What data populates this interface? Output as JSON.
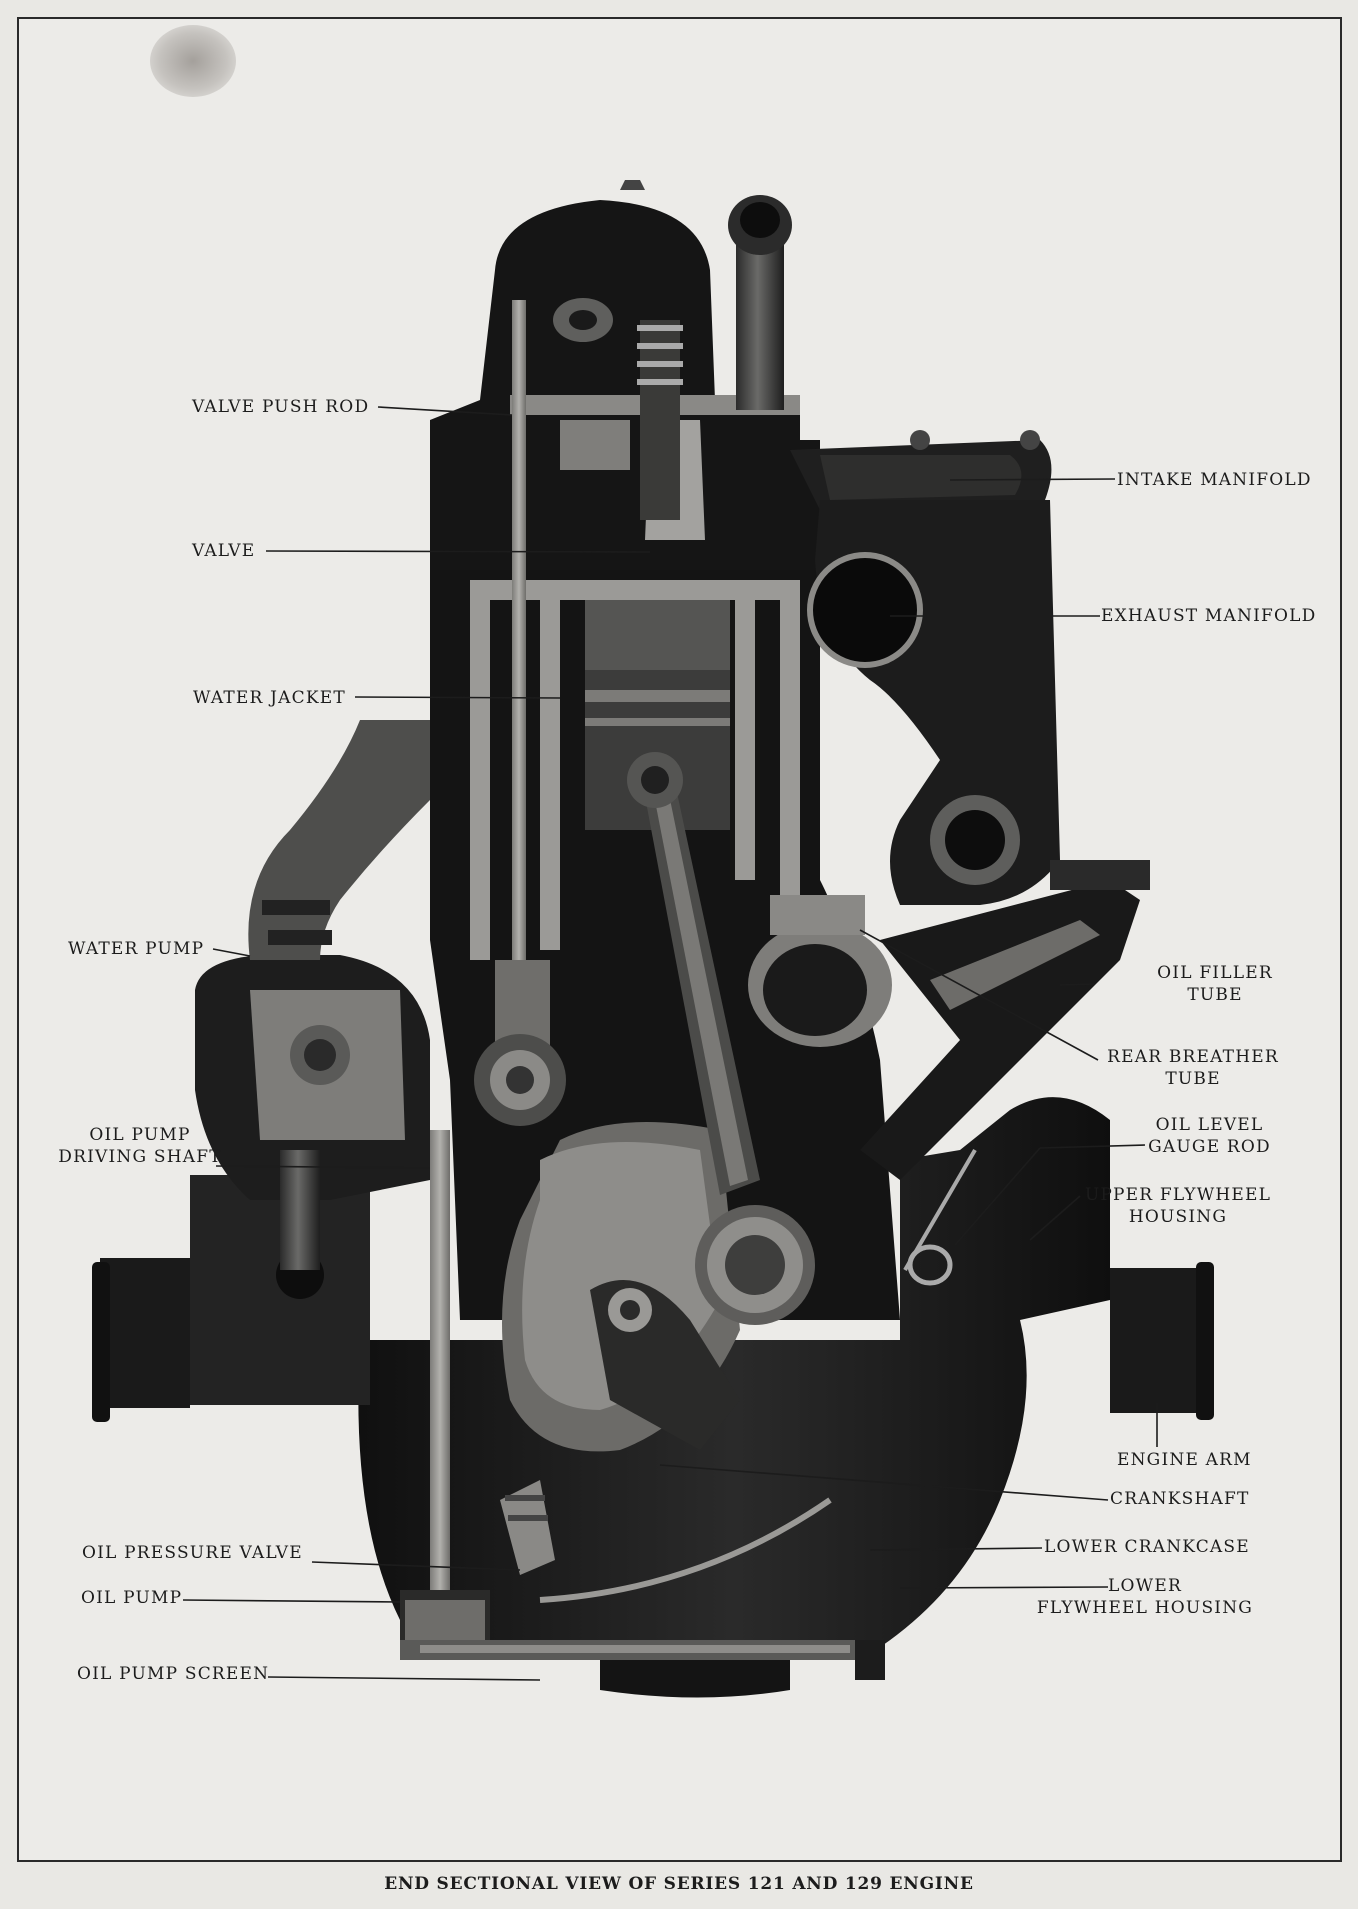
{
  "figure": {
    "caption": "END SECTIONAL VIEW OF SERIES 121 AND 129 ENGINE"
  },
  "labels": {
    "valve_push_rod": "VALVE PUSH ROD",
    "valve": "VALVE",
    "water_jacket": "WATER JACKET",
    "water_pump": "WATER PUMP",
    "oil_pump_driving_shaft_line1": "OIL PUMP",
    "oil_pump_driving_shaft_line2": "DRIVING SHAFT",
    "oil_pressure_valve": "OIL PRESSURE VALVE",
    "oil_pump": "OIL PUMP",
    "oil_pump_screen": "OIL PUMP SCREEN",
    "intake_manifold": "INTAKE MANIFOLD",
    "exhaust_manifold": "EXHAUST MANIFOLD",
    "oil_filler_tube_line1": "OIL FILLER",
    "oil_filler_tube_line2": "TUBE",
    "rear_breather_tube_line1": "REAR BREATHER",
    "rear_breather_tube_line2": "TUBE",
    "oil_level_gauge_rod_line1": "OIL LEVEL",
    "oil_level_gauge_rod_line2": "GAUGE ROD",
    "upper_flywheel_housing_line1": "UPPER FLYWHEEL",
    "upper_flywheel_housing_line2": "HOUSING",
    "engine_arm": "ENGINE ARM",
    "crankshaft": "CRANKSHAFT",
    "lower_crankcase": "LOWER CRANKCASE",
    "lower_flywheel_housing_line1": "LOWER",
    "lower_flywheel_housing_line2": "FLYWHEEL HOUSING"
  },
  "colors": {
    "ink": "#1c1c1c",
    "engine_dark": "#151515",
    "engine_mid": "#3a3a3a",
    "section_grey": "#8a8a88",
    "section_light": "#a9a8a5",
    "paper": "#ecebe8"
  }
}
